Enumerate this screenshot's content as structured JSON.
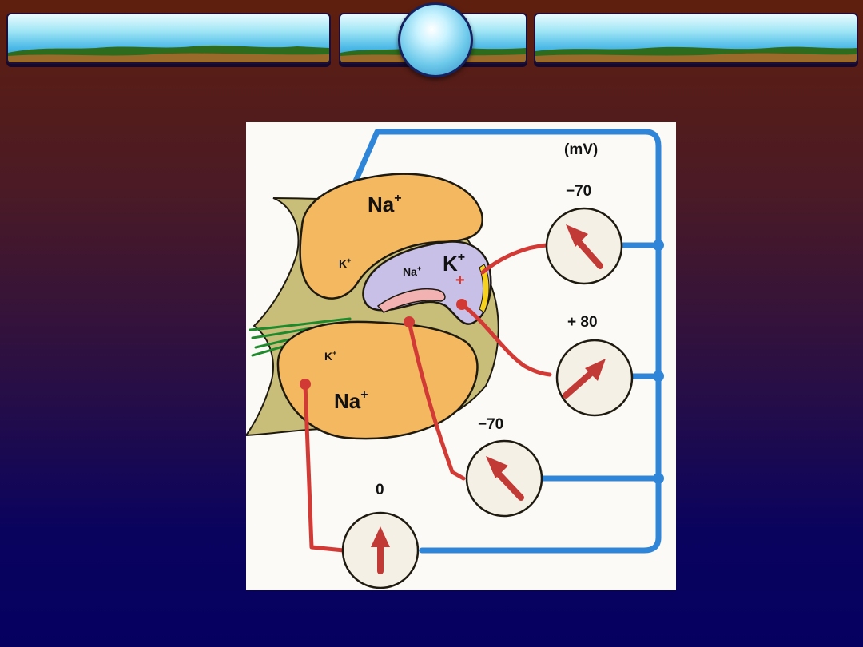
{
  "diagram": {
    "unit_label": "(mV)",
    "ion_labels": {
      "upper_na": "Na",
      "upper_k": "K",
      "inner_na": "Na",
      "inner_k": "K",
      "lower_k": "K",
      "lower_na": "Na",
      "plus": "+"
    },
    "meters": [
      {
        "reading": "−70"
      },
      {
        "reading": "+ 80"
      },
      {
        "reading": "−70"
      },
      {
        "reading": "0"
      }
    ]
  },
  "colors": {
    "wire_blue": "#2f86d8",
    "wire_red": "#d23a36",
    "cell_orange": "#f3b860",
    "tissue_olive": "#c9bd7a",
    "cavity_lavender": "#c8c0e6"
  }
}
